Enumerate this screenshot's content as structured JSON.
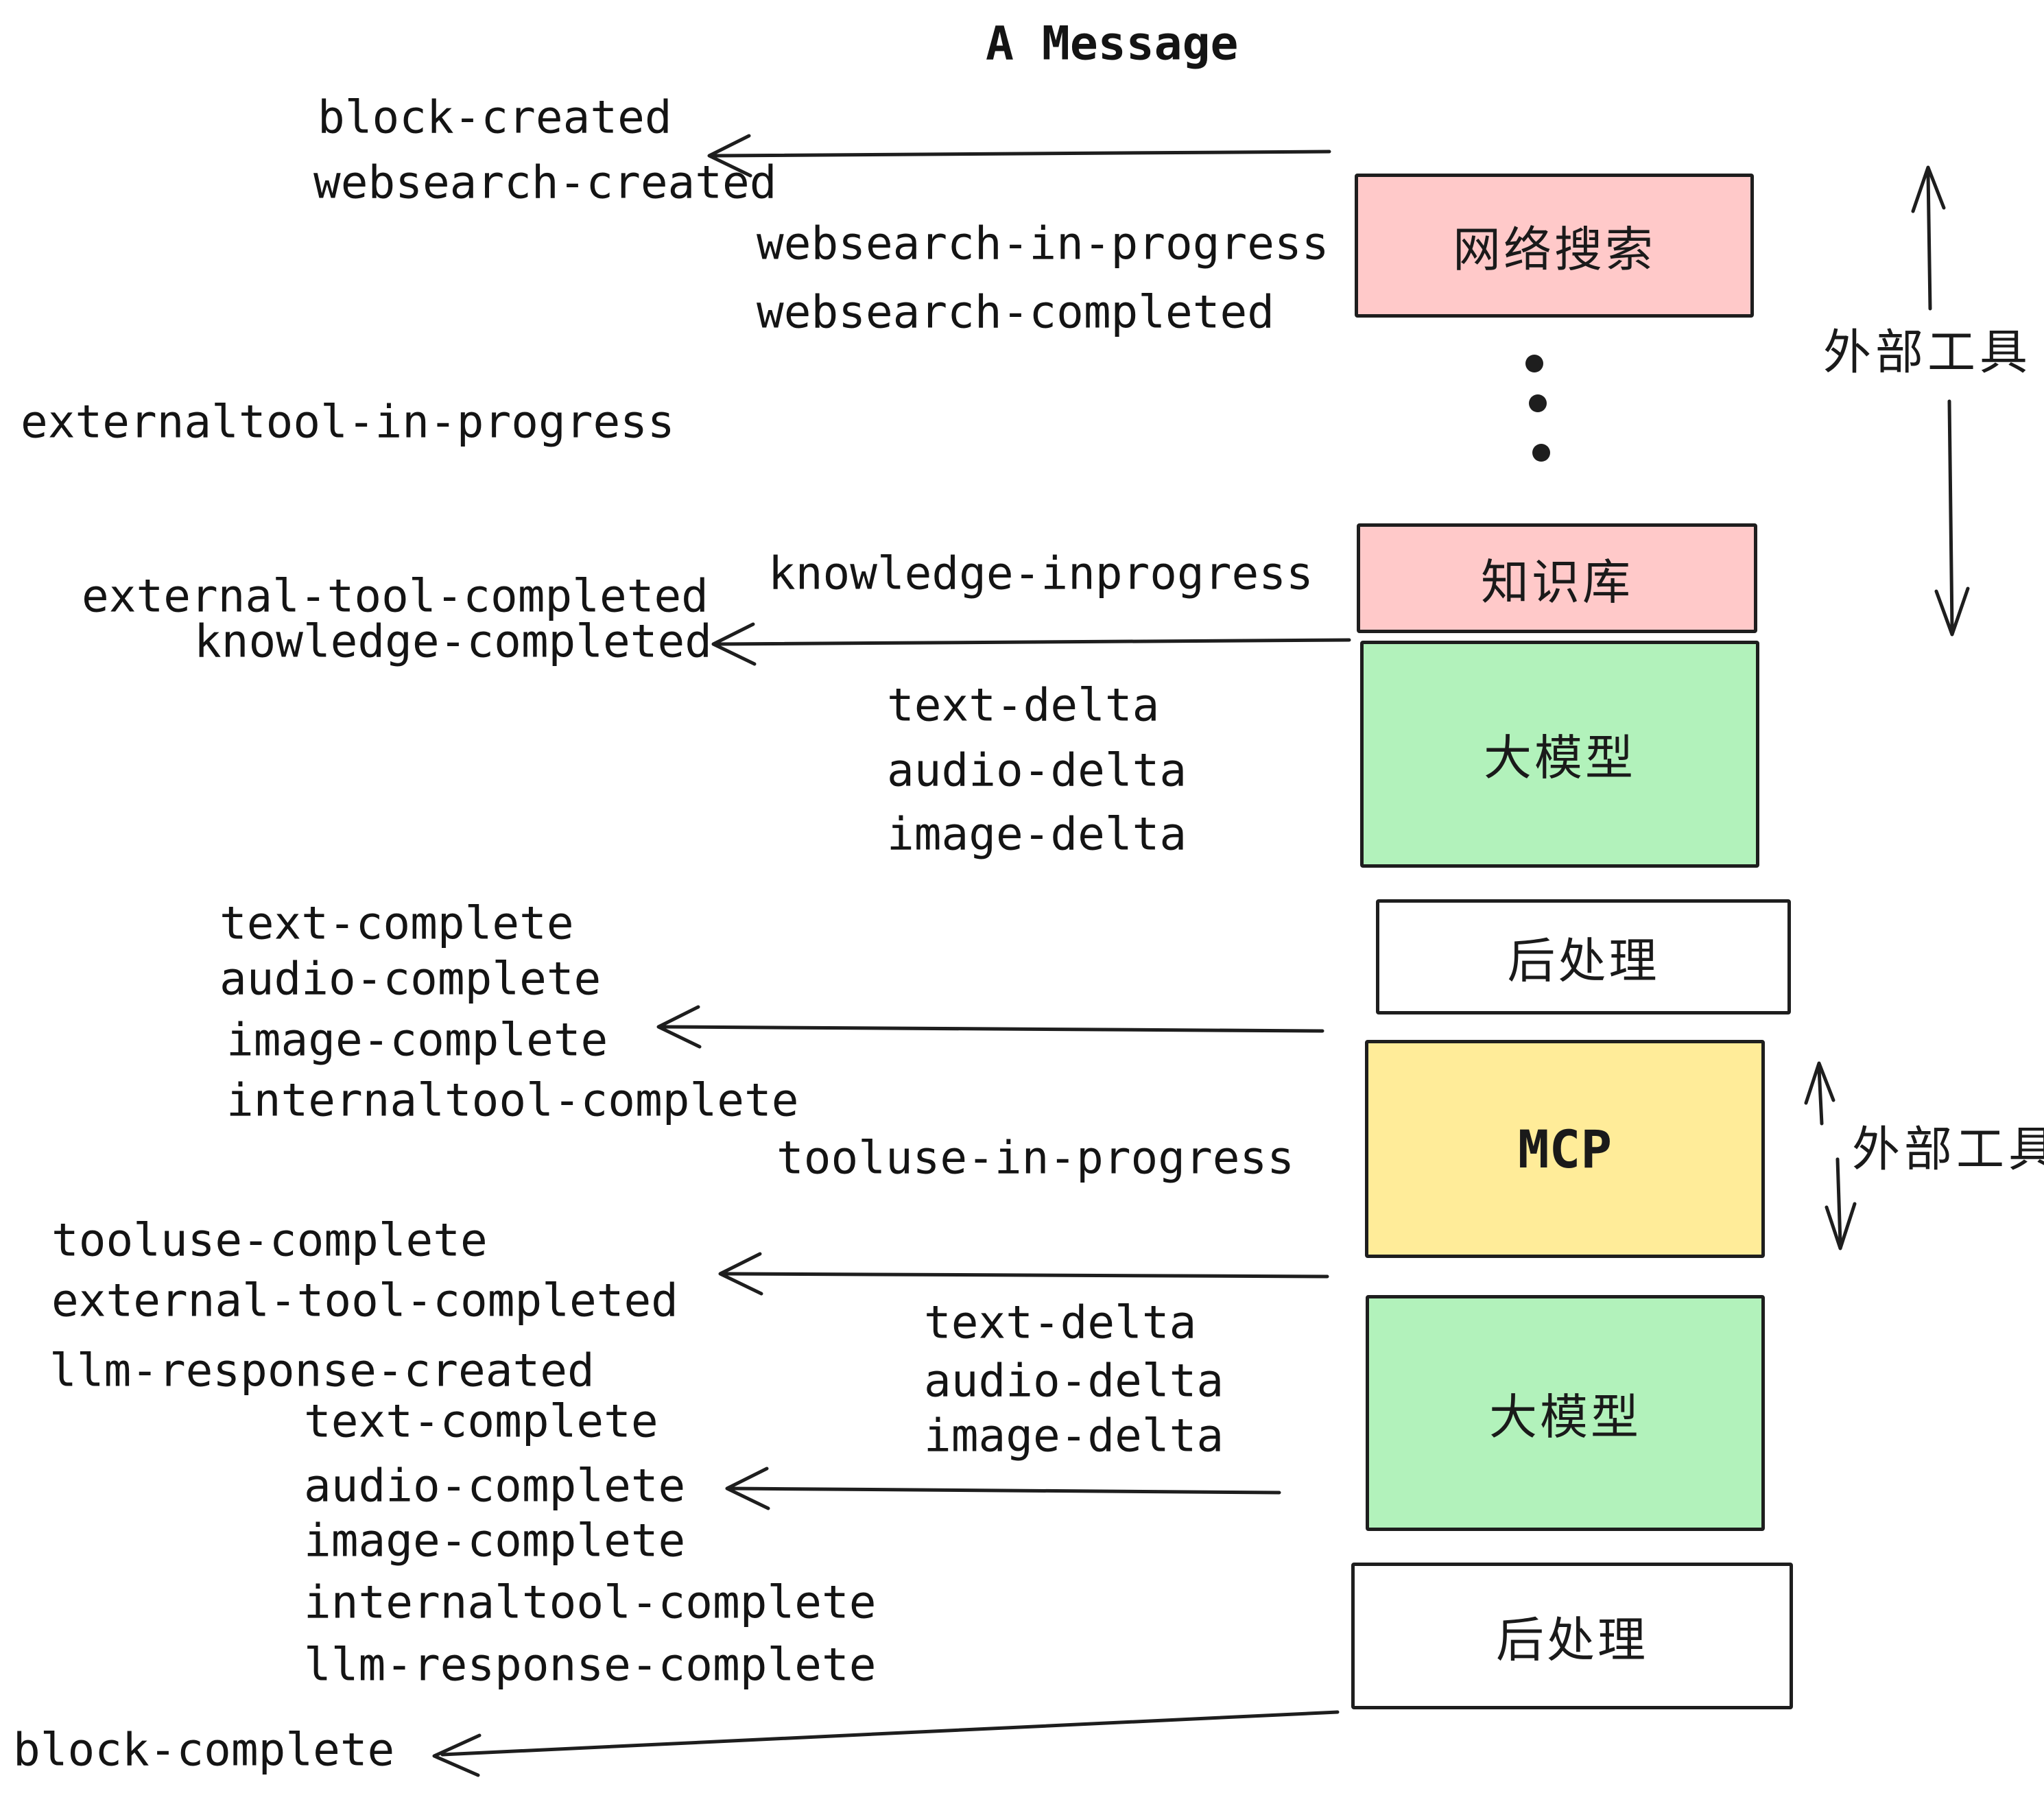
{
  "title": "A Message",
  "colors": {
    "stroke": "#1e1e1e",
    "pink": "#ffc9c9",
    "green": "#b2f2bb",
    "yellow": "#ffec99",
    "white": "#ffffff"
  },
  "event_labels": [
    "block-created",
    "websearch-created",
    "websearch-in-progress",
    "websearch-completed",
    "externaltool-in-progress",
    "knowledge-inprogress",
    "external-tool-completed",
    "knowledge-completed",
    "text-delta",
    "audio-delta",
    "image-delta",
    "text-complete",
    "audio-complete",
    "image-complete",
    "internaltool-complete",
    "tooluse-in-progress",
    "tooluse-complete",
    "external-tool-completed",
    "llm-response-created",
    "text-complete",
    "audio-complete",
    "image-complete",
    "internaltool-complete",
    "llm-response-complete",
    "block-complete"
  ],
  "boxes": {
    "websearch": {
      "label": "网络搜索",
      "fill": "#ffc9c9"
    },
    "knowledge": {
      "label": "知识库",
      "fill": "#ffc9c9"
    },
    "llm_top": {
      "label": "大模型",
      "fill": "#b2f2bb"
    },
    "post_top": {
      "label": "后处理",
      "fill": "#ffffff"
    },
    "mcp": {
      "label": "MCP",
      "fill": "#ffec99"
    },
    "llm_bottom": {
      "label": "大模型",
      "fill": "#b2f2bb"
    },
    "post_bottom": {
      "label": "后处理",
      "fill": "#ffffff"
    }
  },
  "side_labels": {
    "external_tools_top": "外部工具",
    "external_tools_mcp": "外部工具"
  }
}
